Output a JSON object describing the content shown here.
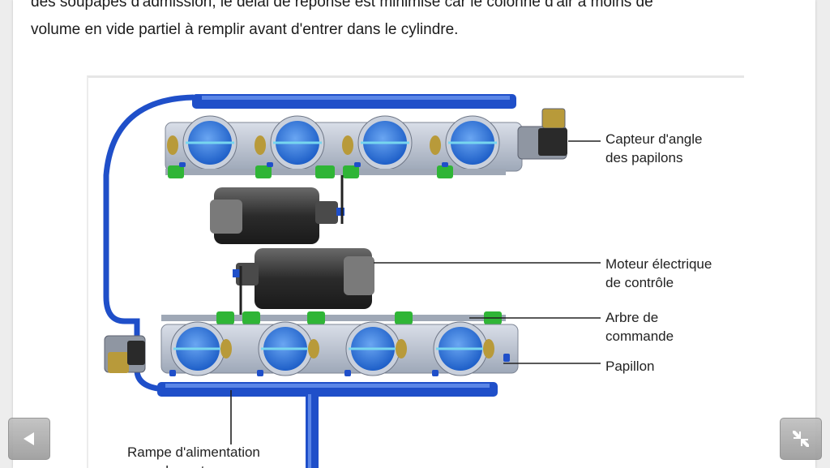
{
  "article": {
    "paragraph_lines": [
      "des soupapes d'admission, le délai de réponse est minimisé car le colonne d'air a moins de",
      "volume en vide partiel à remplir avant d'entrer dans le cylindre."
    ]
  },
  "figure": {
    "labels": {
      "capteur": [
        "Capteur d'angle",
        "des papilons"
      ],
      "moteur": [
        "Moteur électrique",
        "de contrôle"
      ],
      "arbre": [
        "Arbre de",
        "commande"
      ],
      "papillon": "Papillon",
      "rampe": [
        "Rampe d'alimentation",
        "en carburant"
      ]
    },
    "colors": {
      "fuel_rail": "#1f4fc9",
      "throttle_body": "#b9c3d3",
      "throttle_disc": "#3b7fe0",
      "control_shaft": "#2fb536",
      "actuator": "#3a3a3a",
      "brass": "#b89a3a"
    }
  },
  "controls": {
    "prev_icon": "triangle-left-icon",
    "exit_fullscreen_icon": "shrink-arrows-icon"
  }
}
